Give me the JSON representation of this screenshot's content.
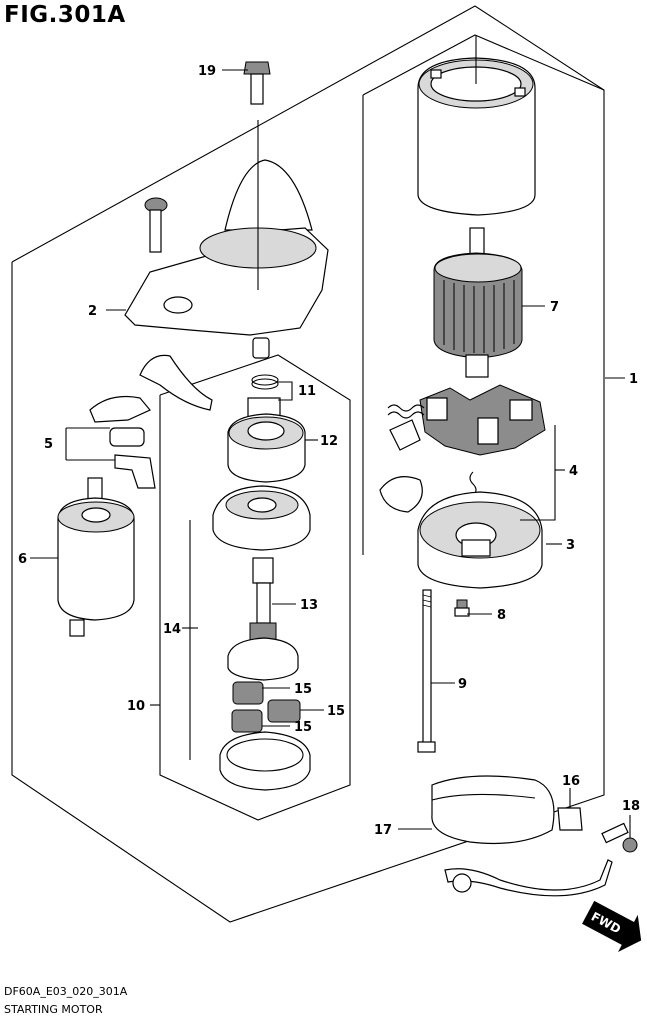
{
  "figure": {
    "title": "FIG.301A",
    "code": "DF60A_E03_020_301A",
    "name": "STARTING MOTOR"
  },
  "callouts": [
    "1",
    "2",
    "3",
    "4",
    "5",
    "6",
    "7",
    "8",
    "9",
    "10",
    "11",
    "12",
    "13",
    "14",
    "15",
    "16",
    "17",
    "18",
    "19"
  ],
  "fwd_label": "FWD",
  "icons": {
    "fwd": "fwd-arrow-icon"
  }
}
